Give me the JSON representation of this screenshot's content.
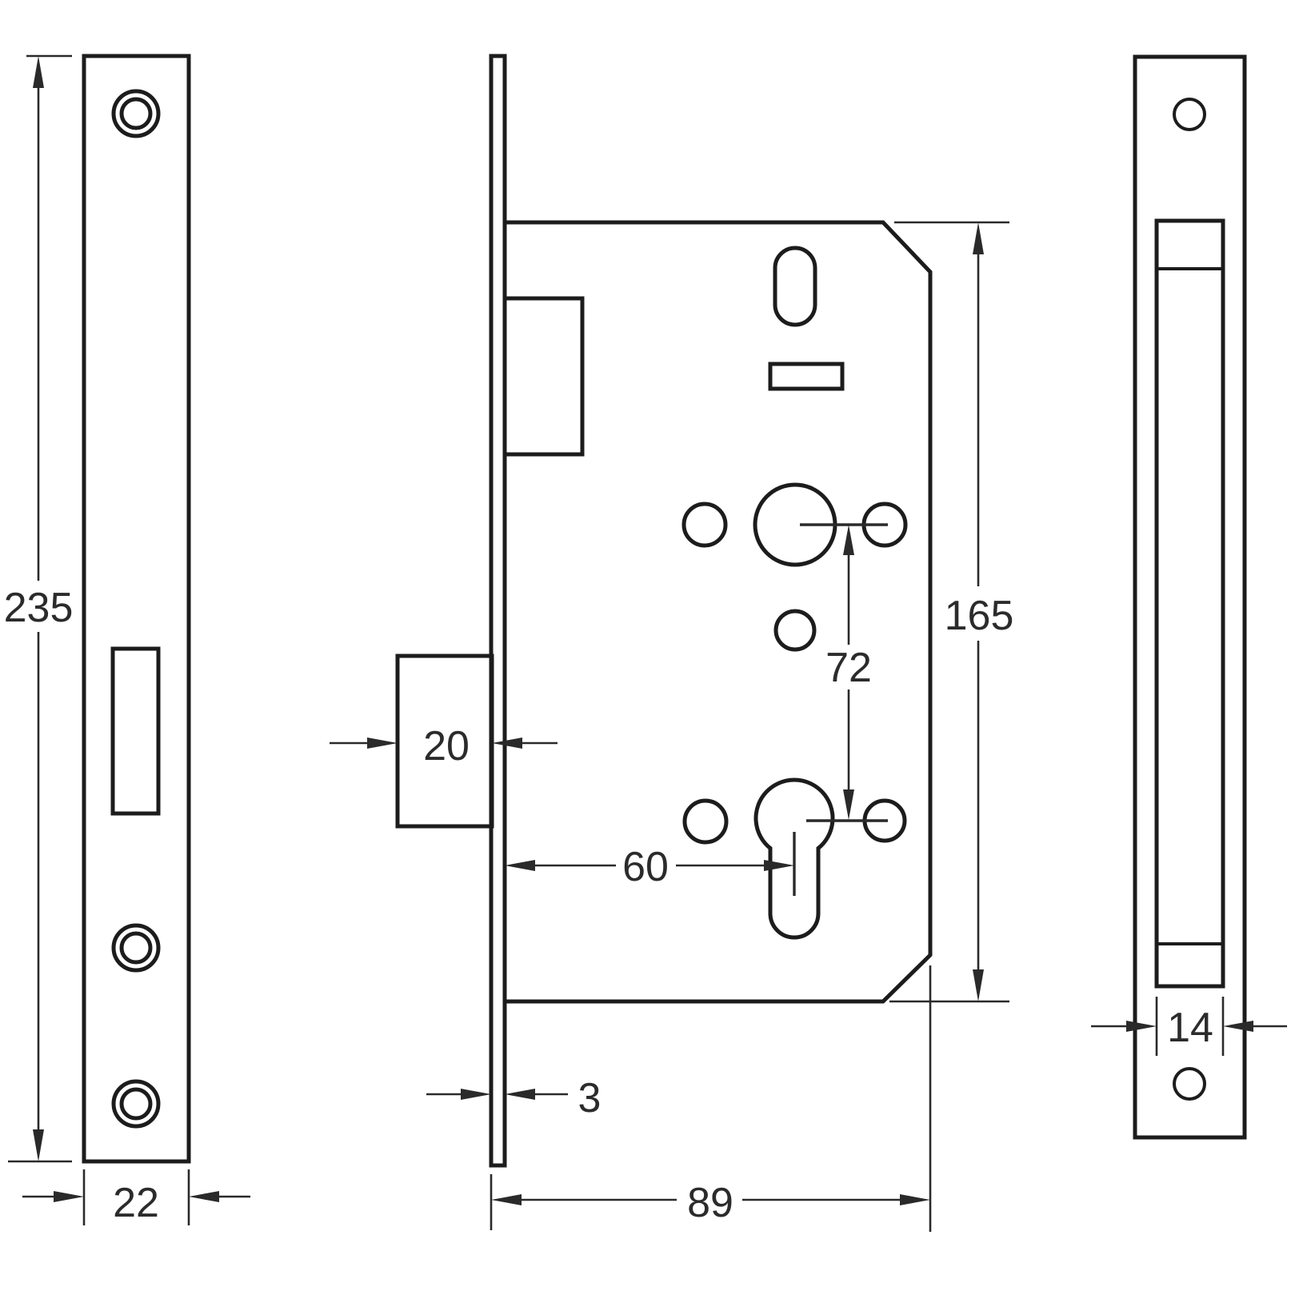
{
  "drawing": {
    "subject": "mortice-lock-dimension-drawing",
    "dims": {
      "faceplate_height": "235",
      "faceplate_width": "22",
      "deadbolt_depth": "20",
      "faceplate_thickness": "3",
      "backset": "60",
      "centres": "72",
      "case_height": "165",
      "case_depth": "89",
      "case_thickness": "14"
    }
  }
}
